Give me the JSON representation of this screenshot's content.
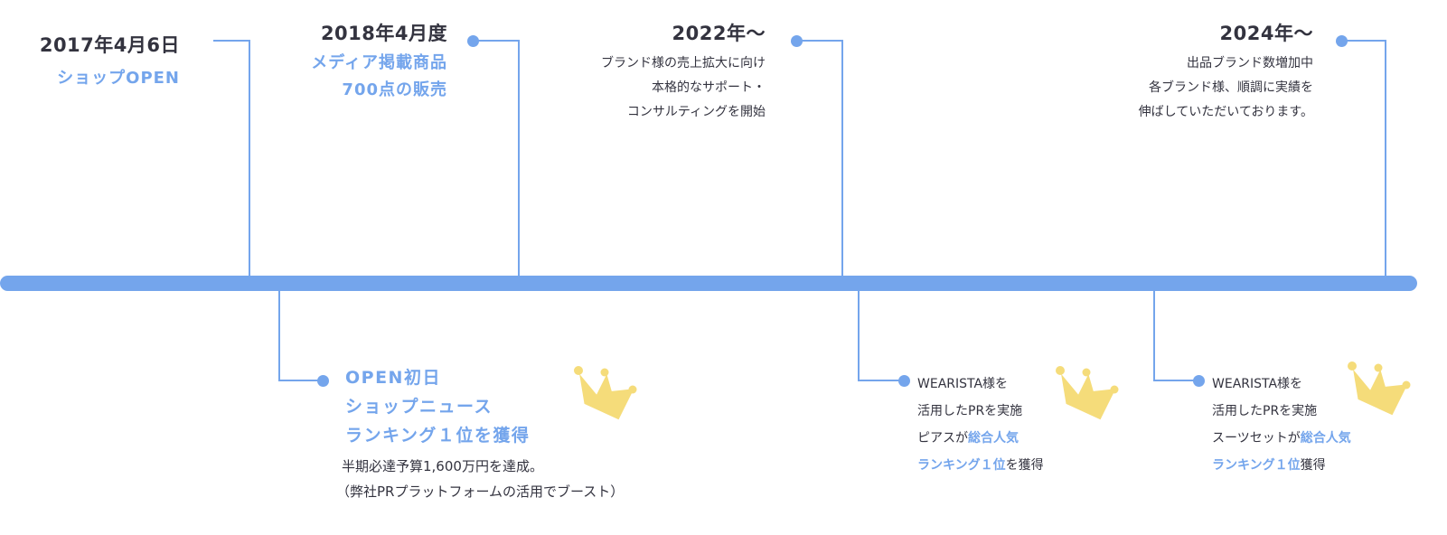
{
  "colors": {
    "accent": "#74a5ec",
    "text": "#33333f",
    "crown": "#f5dc7a"
  },
  "top": [
    {
      "date": "2017年4月6日",
      "lines": [
        "ショップOPEN"
      ]
    },
    {
      "date": "2018年4月度",
      "lines": [
        "メディア掲載商品",
        "700点の販売"
      ]
    },
    {
      "date": "2022年〜",
      "lines": [
        "ブランド様の売上拡大に向け",
        "本格的なサポート・",
        "コンサルティングを開始"
      ]
    },
    {
      "date": "2024年〜",
      "lines": [
        "出品ブランド数増加中",
        "各ブランド様、順調に実績を",
        "伸ばしていただいております。"
      ]
    }
  ],
  "bottom": [
    {
      "headline": [
        "OPEN初日",
        "ショップニュース",
        "ランキング１位を獲得"
      ],
      "notes": [
        "半期必達予算1,600万円を達成。",
        "（弊社PRプラットフォームの活用でブースト）"
      ],
      "icon": "crown-icon"
    },
    {
      "line1": "WEARISTA様を",
      "line2": "活用したPRを実施",
      "line3_pre": "ピアスが",
      "line3_hl": "総合人気",
      "line4_hl": "ランキング１位",
      "line4_post": "を獲得",
      "icon": "crown-icon"
    },
    {
      "line1": "WEARISTA様を",
      "line2": "活用したPRを実施",
      "line3_pre": "スーツセットが",
      "line3_hl": "総合人気",
      "line4_hl": "ランキング１位",
      "line4_post": "獲得",
      "icon": "crown-icon"
    }
  ]
}
